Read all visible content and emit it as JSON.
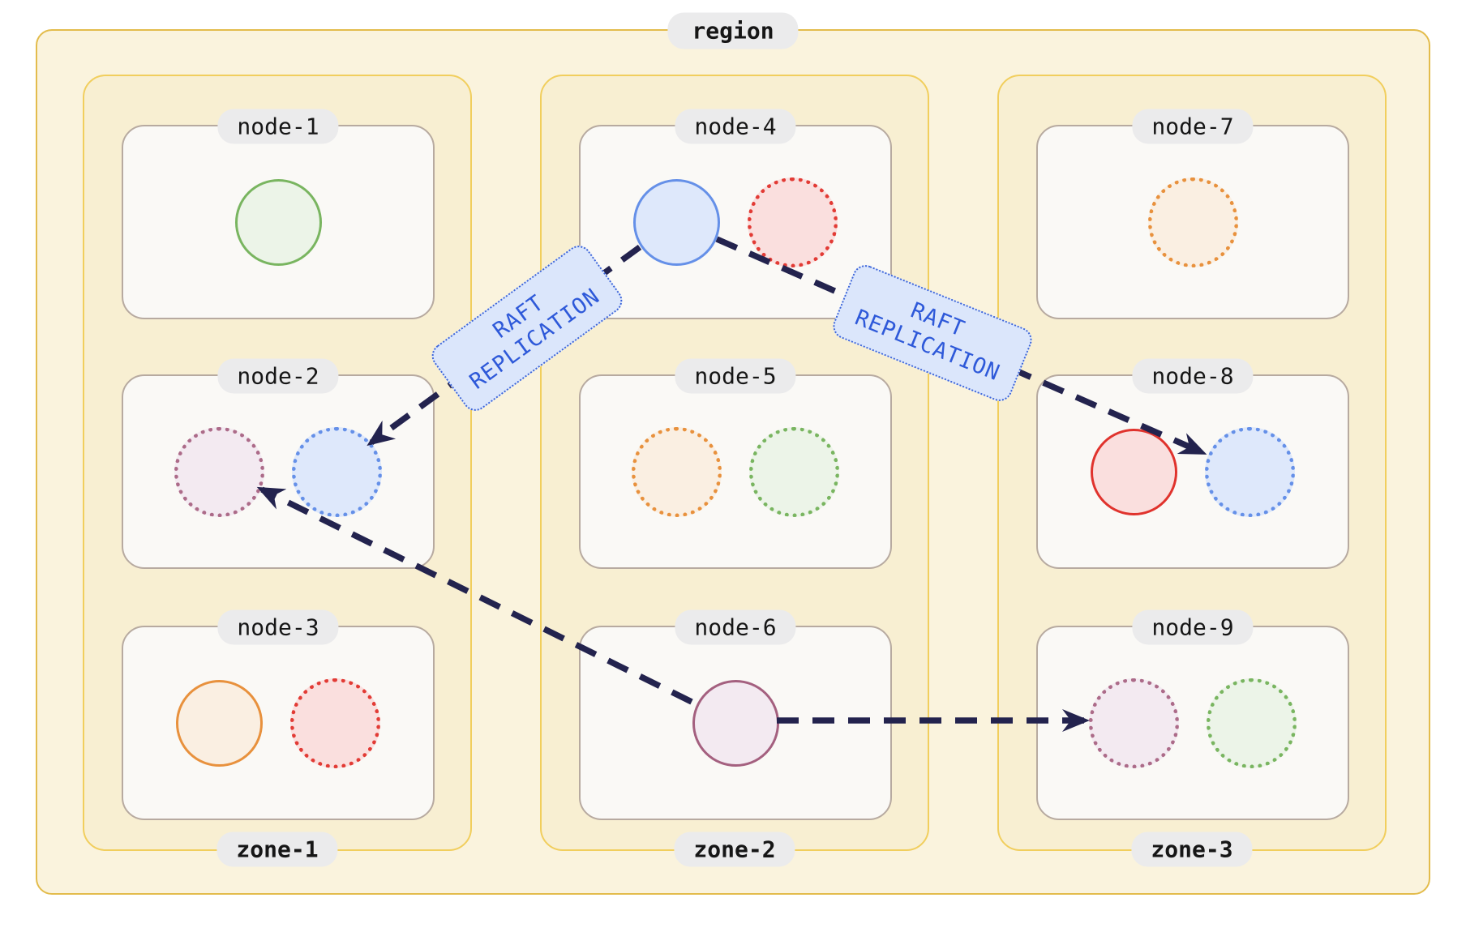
{
  "diagram": {
    "region_label": "region",
    "zones": [
      {
        "label": "zone-1",
        "nodes": [
          {
            "label": "node-1",
            "replicas": [
              {
                "color": "green",
                "style": "solid"
              }
            ]
          },
          {
            "label": "node-2",
            "replicas": [
              {
                "color": "purple",
                "style": "dotted"
              },
              {
                "color": "blue",
                "style": "dotted"
              }
            ]
          },
          {
            "label": "node-3",
            "replicas": [
              {
                "color": "orange",
                "style": "solid"
              },
              {
                "color": "red",
                "style": "dotted"
              }
            ]
          }
        ]
      },
      {
        "label": "zone-2",
        "nodes": [
          {
            "label": "node-4",
            "replicas": [
              {
                "color": "blue",
                "style": "solid"
              },
              {
                "color": "red",
                "style": "dotted"
              }
            ]
          },
          {
            "label": "node-5",
            "replicas": [
              {
                "color": "orange",
                "style": "dotted"
              },
              {
                "color": "green",
                "style": "dotted"
              }
            ]
          },
          {
            "label": "node-6",
            "replicas": [
              {
                "color": "purple",
                "style": "solid"
              }
            ]
          }
        ]
      },
      {
        "label": "zone-3",
        "nodes": [
          {
            "label": "node-7",
            "replicas": [
              {
                "color": "orange",
                "style": "dotted"
              }
            ]
          },
          {
            "label": "node-8",
            "replicas": [
              {
                "color": "red",
                "style": "solid"
              },
              {
                "color": "blue",
                "style": "dotted"
              }
            ]
          },
          {
            "label": "node-9",
            "replicas": [
              {
                "color": "purple",
                "style": "dotted"
              },
              {
                "color": "green",
                "style": "dotted"
              }
            ]
          }
        ]
      }
    ],
    "edges": [
      {
        "from": "node-4",
        "to": "node-2",
        "label": "RAFT REPLICATION",
        "label_lines": [
          "RAFT",
          "REPLICATION"
        ]
      },
      {
        "from": "node-4",
        "to": "node-8",
        "label": "RAFT REPLICATION",
        "label_lines": [
          "RAFT",
          "REPLICATION"
        ]
      },
      {
        "from": "node-6",
        "to": "node-2"
      },
      {
        "from": "node-6",
        "to": "node-9"
      }
    ],
    "colors": {
      "region_border": "#E3BC4C",
      "region_fill": "#FAF3DD",
      "zone_border": "#F1CE5D",
      "zone_fill": "#F8EFD2",
      "node_border": "#B7AAA0",
      "node_fill": "#FAF9F6",
      "label_pill_bg": "#EBEBEC",
      "arrow": "#23234E",
      "edge_label_bg": "#DBE6FB",
      "edge_label_border": "#3D65D9",
      "edge_label_text": "#2E59D9",
      "replica_green": "#79B560",
      "replica_blue": "#6590E8",
      "replica_red": "#E0332D",
      "replica_orange": "#E8913D",
      "replica_purple": "#A4607F"
    }
  }
}
